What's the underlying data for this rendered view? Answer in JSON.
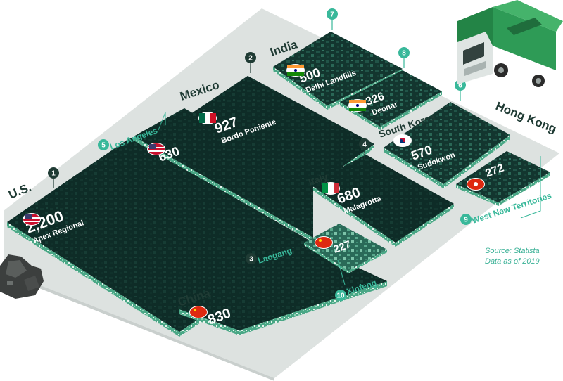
{
  "chart_data": {
    "type": "treemap",
    "unit": "",
    "items": [
      {
        "rank": "1",
        "country": "U.S.",
        "name": "Apex Regional",
        "value": 2200,
        "value_label": "2,200"
      },
      {
        "rank": "2",
        "country": "Mexico",
        "name": "Bordo Poniente",
        "value": 927,
        "value_label": "927"
      },
      {
        "rank": "3",
        "country": "China",
        "name": "Laogang",
        "value": 830,
        "value_label": "830"
      },
      {
        "rank": "4",
        "country": "Italy",
        "name": "Malagrotta",
        "value": 680,
        "value_label": "680"
      },
      {
        "rank": "5",
        "country": "U.S.",
        "name": "Los Angeles",
        "value": 630,
        "value_label": "630"
      },
      {
        "rank": "6",
        "country": "South Korea",
        "name": "Sudokwon",
        "value": 570,
        "value_label": "570"
      },
      {
        "rank": "7",
        "country": "India",
        "name": "Delhi Landfills",
        "value": 500,
        "value_label": "500"
      },
      {
        "rank": "8",
        "country": "India",
        "name": "Deonar",
        "value": 326,
        "value_label": "326"
      },
      {
        "rank": "9",
        "country": "Hong Kong",
        "name": "West New Territories",
        "value": 272,
        "value_label": "272"
      },
      {
        "rank": "10",
        "country": "China",
        "name": "Xinfeng",
        "value": 227,
        "value_label": "227"
      }
    ],
    "country_labels": [
      "U.S.",
      "Mexico",
      "India",
      "South Korea",
      "Hong Kong",
      "Italy",
      "China"
    ]
  },
  "source": {
    "line1": "Source: Statista",
    "line2": "Data as of 2019"
  },
  "colors": {
    "tile": "#10302c",
    "tile_light": "#1e5a4c",
    "accent": "#39b89a",
    "floor": "#dde2e0",
    "text_dark": "#1f3b34",
    "truck": "#2e9b56"
  }
}
